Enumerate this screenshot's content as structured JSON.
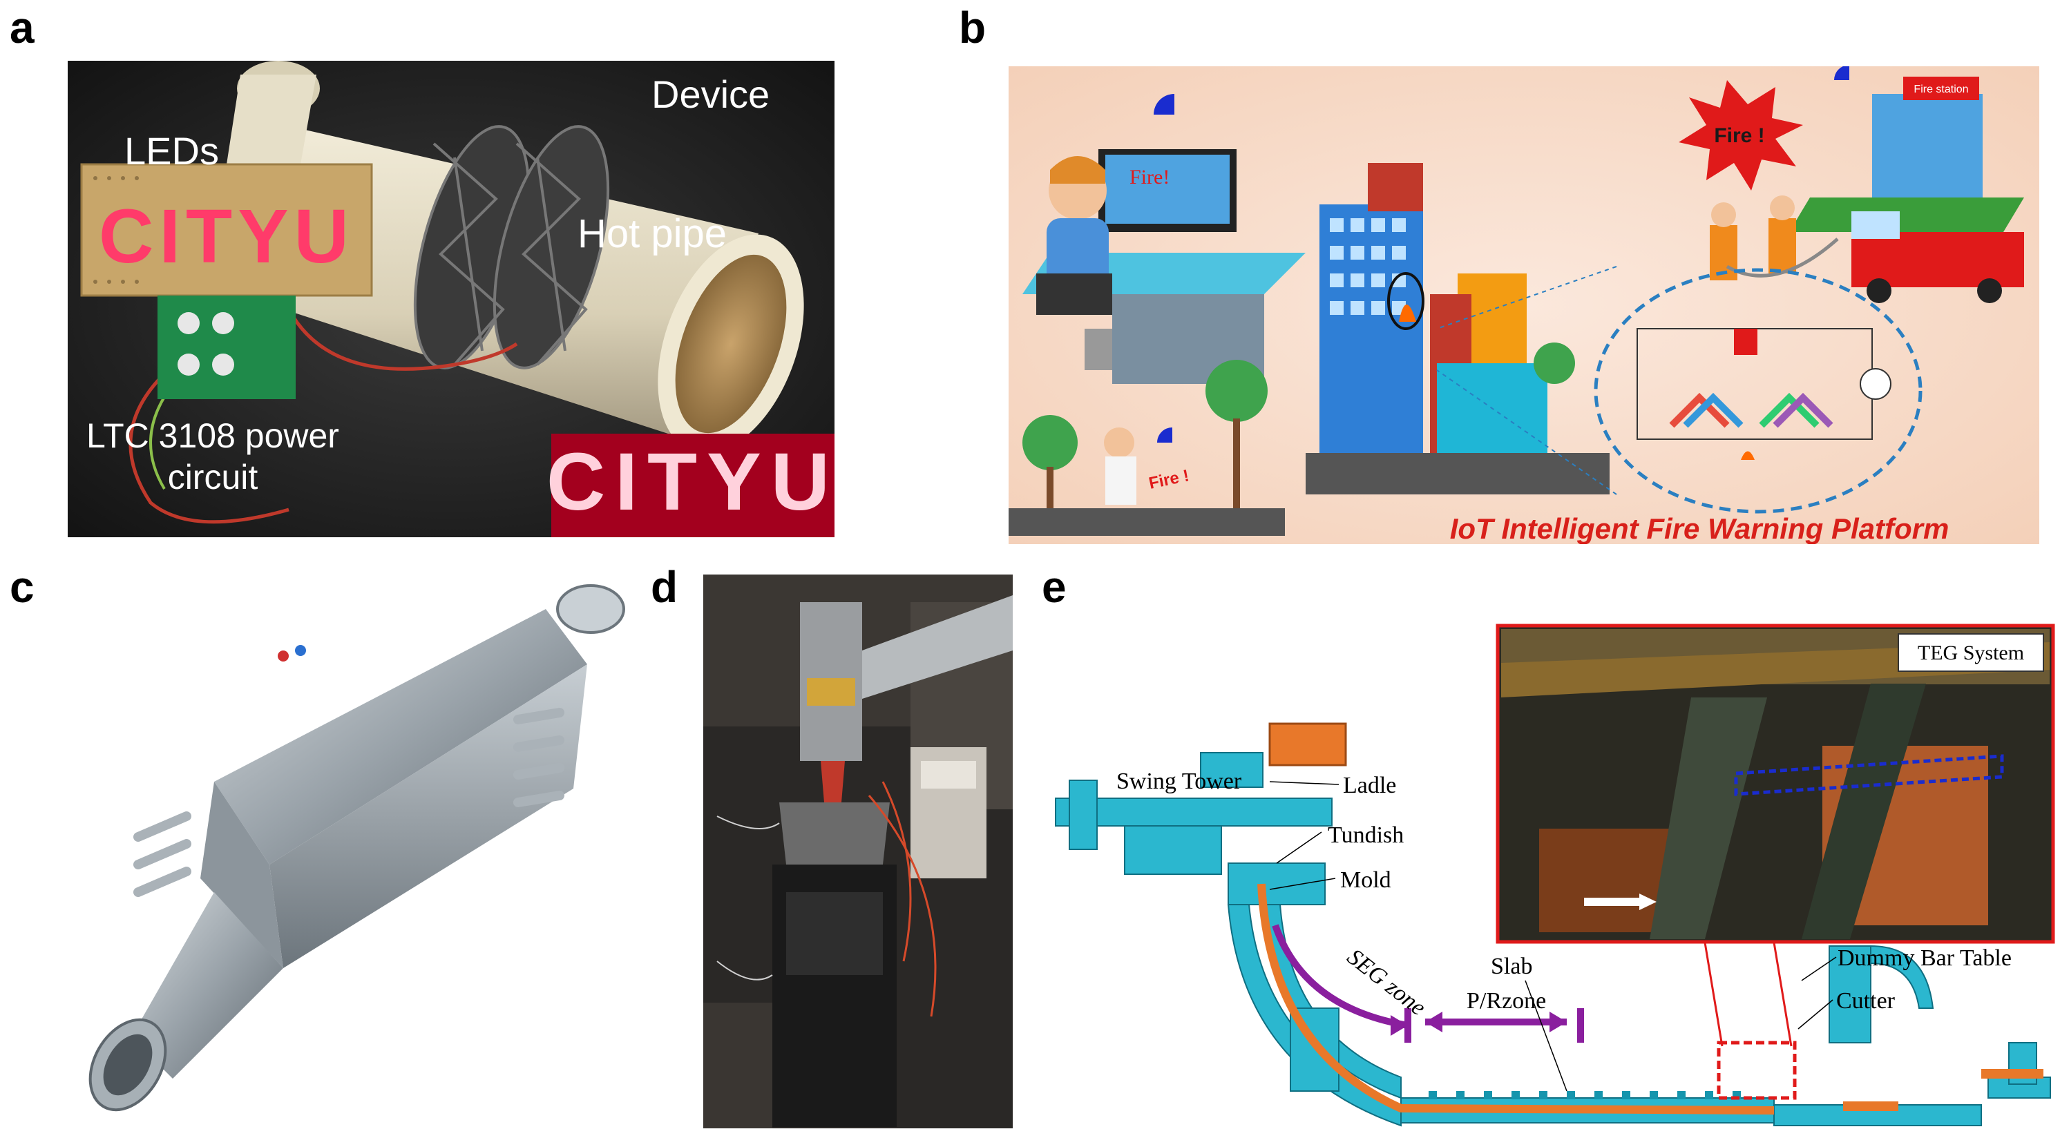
{
  "panels": {
    "a": {
      "letter": "a",
      "labels": {
        "device": "Device",
        "leds": "LEDs",
        "hot_pipe": "Hot pipe",
        "circuit_line1": "LTC 3108 power",
        "circuit_line2": "circuit"
      },
      "led_text": "CITYU"
    },
    "b": {
      "letter": "b",
      "labels": {
        "fire_screen": "Fire!",
        "fire_burst": "Fire !",
        "fire_station": "Fire station",
        "fire_phone": "Fire !",
        "platform": "IoT Intelligent Fire Warning Platform"
      }
    },
    "c": {
      "letter": "c"
    },
    "d": {
      "letter": "d"
    },
    "e": {
      "letter": "e",
      "labels": {
        "teg_system": "TEG System",
        "swing_tower": "Swing Tower",
        "ladle": "Ladle",
        "tundish": "Tundish",
        "mold": "Mold",
        "seg_zone": "SEG zone",
        "pr_zone": "P/Rzone",
        "slab": "Slab",
        "dummy_bar_table": "Dummy Bar Table",
        "cutter": "Cutter"
      }
    }
  },
  "colors": {
    "machine": "#2bb7cf",
    "slab": "#e8782a",
    "zone_arrow": "#8a1f9e",
    "callout": "#e01a1a",
    "platform_text": "#d8201a"
  }
}
